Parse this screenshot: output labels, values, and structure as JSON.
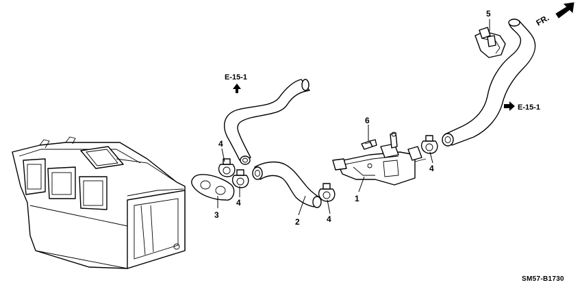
{
  "diagram": {
    "drawing_code": "SM57-B1730",
    "direction_label": "FR.",
    "references": {
      "ref_top_left": "E-15-1",
      "ref_right": "E-15-1"
    },
    "callouts": {
      "part_1": "1",
      "part_2": "2",
      "part_3": "3",
      "part_4_a": "4",
      "part_4_b": "4",
      "part_4_c": "4",
      "part_4_d": "4",
      "part_5": "5",
      "part_6": "6"
    }
  }
}
